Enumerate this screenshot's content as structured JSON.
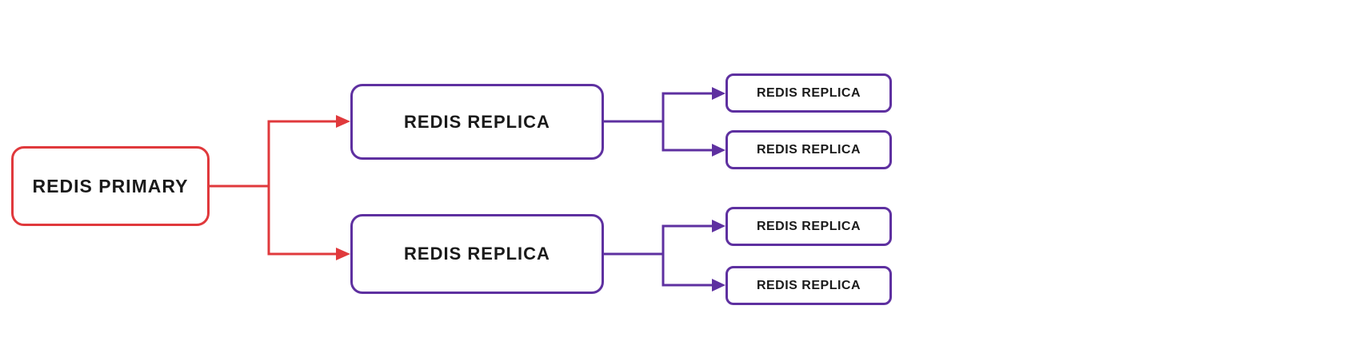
{
  "diagram": {
    "type": "replication-topology",
    "colors": {
      "primary": "#E0393C",
      "replica": "#5E30A0",
      "text": "#1A1A1A",
      "background": "#FFFFFF"
    },
    "nodes": {
      "primary": {
        "label": "REDIS PRIMARY",
        "role": "primary"
      },
      "replica_a": {
        "label": "REDIS REPLICA",
        "role": "replica"
      },
      "replica_b": {
        "label": "REDIS REPLICA",
        "role": "replica"
      },
      "replica_a1": {
        "label": "REDIS REPLICA",
        "role": "replica"
      },
      "replica_a2": {
        "label": "REDIS REPLICA",
        "role": "replica"
      },
      "replica_b1": {
        "label": "REDIS REPLICA",
        "role": "replica"
      },
      "replica_b2": {
        "label": "REDIS REPLICA",
        "role": "replica"
      }
    },
    "edges": [
      {
        "from": "primary",
        "to": "replica_a",
        "color": "#E0393C"
      },
      {
        "from": "primary",
        "to": "replica_b",
        "color": "#E0393C"
      },
      {
        "from": "replica_a",
        "to": "replica_a1",
        "color": "#5E30A0"
      },
      {
        "from": "replica_a",
        "to": "replica_a2",
        "color": "#5E30A0"
      },
      {
        "from": "replica_b",
        "to": "replica_b1",
        "color": "#5E30A0"
      },
      {
        "from": "replica_b",
        "to": "replica_b2",
        "color": "#5E30A0"
      }
    ]
  }
}
